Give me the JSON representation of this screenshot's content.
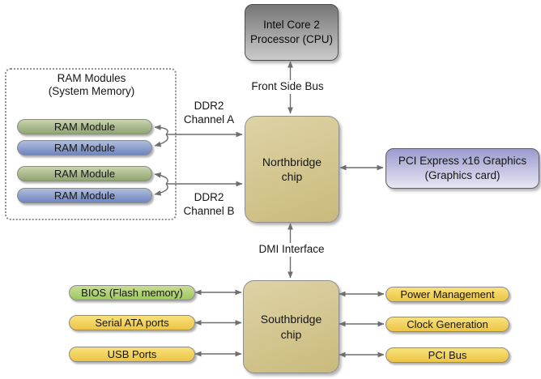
{
  "nodes": {
    "cpu": {
      "label": "Intel Core 2\nProcessor (CPU)"
    },
    "northbridge": {
      "label": "Northbridge\nchip"
    },
    "southbridge": {
      "label": "Southbridge\nchip"
    },
    "graphics": {
      "label": "PCI Express x16 Graphics\n(Graphics card)"
    }
  },
  "ram": {
    "group_title": "RAM Modules\n(System Memory)",
    "modules": [
      {
        "label": "RAM Module",
        "color": "green-gray"
      },
      {
        "label": "RAM Module",
        "color": "blue"
      },
      {
        "label": "RAM Module",
        "color": "green-gray"
      },
      {
        "label": "RAM Module",
        "color": "blue"
      }
    ]
  },
  "buses": {
    "front_side_bus": "Front Side Bus",
    "dmi": "DMI Interface",
    "ddr2_channel_a": "DDR2\nChannel A",
    "ddr2_channel_b": "DDR2\nChannel B"
  },
  "peripherals": {
    "left": [
      {
        "label": "BIOS (Flash memory)",
        "color": "green"
      },
      {
        "label": "Serial ATA ports",
        "color": "yellow"
      },
      {
        "label": "USB Ports",
        "color": "yellow"
      }
    ],
    "right": [
      {
        "label": "Power Management",
        "color": "yellow"
      },
      {
        "label": "Clock Generation",
        "color": "yellow"
      },
      {
        "label": "PCI Bus",
        "color": "yellow"
      }
    ]
  },
  "colors": {
    "arrow": "#6e6e6e",
    "cpu_gradient_top": "#767676",
    "cpu_gradient_bottom": "#cbcbcb",
    "chip_gradient_top": "#ded3a6",
    "chip_gradient_bottom": "#c9ba7c",
    "graphics_gradient_top": "#9b9acd",
    "graphics_gradient_bottom": "#e7e7f4",
    "ram_green_top": "#c9d4ae",
    "ram_green_bottom": "#90a471",
    "ram_blue_top": "#b0bddc",
    "ram_blue_bottom": "#6e85bf",
    "pill_green_top": "#cadd95",
    "pill_green_bottom": "#9cc75f",
    "pill_yellow_top": "#f8e17c",
    "pill_yellow_bottom": "#ecc544"
  }
}
